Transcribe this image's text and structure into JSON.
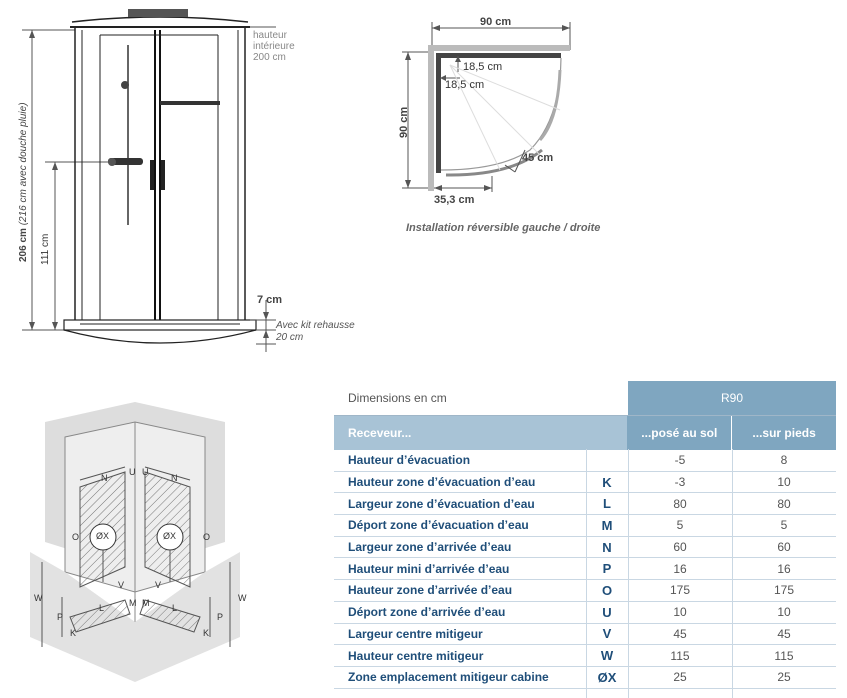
{
  "front_view": {
    "height_interior_lines": [
      "hauteur",
      "intérieure",
      "200 cm"
    ],
    "total_height": "206 cm",
    "total_height_note": "(216 cm avec douche pluie)",
    "mixer_height": "111 cm",
    "base_height": "7 cm",
    "kit_note_lines": [
      "Avec kit rehausse",
      "20 cm"
    ]
  },
  "top_view": {
    "width_top": "90 cm",
    "depth_left": "90 cm",
    "offset_1": "18,5 cm",
    "offset_2": "18,5 cm",
    "door": "45 cm",
    "bottom": "35,3 cm",
    "caption": "Installation réversible gauche / droite"
  },
  "wall_diagram": {
    "labels": {
      "N": "N",
      "U": "U",
      "O": "O",
      "W": "W",
      "P": "P",
      "K": "K",
      "L": "L",
      "M": "M",
      "V": "V",
      "OX": "ØX"
    }
  },
  "table": {
    "title": "Dimensions en cm",
    "model": "R90",
    "subheader": "Receveur...",
    "col1": "...posé au sol",
    "col2": "...sur pieds",
    "rows": [
      {
        "label": "Hauteur d’évacuation",
        "letter": "",
        "v1": "-5",
        "v2": "8"
      },
      {
        "label": "Hauteur zone d’évacuation d’eau",
        "letter": "K",
        "v1": "-3",
        "v2": "10"
      },
      {
        "label": "Largeur zone d’évacuation d’eau",
        "letter": "L",
        "v1": "80",
        "v2": "80"
      },
      {
        "label": "Déport zone d’évacuation d’eau",
        "letter": "M",
        "v1": "5",
        "v2": "5"
      },
      {
        "label": "Largeur zone d’arrivée d’eau",
        "letter": "N",
        "v1": "60",
        "v2": "60"
      },
      {
        "label": "Hauteur mini d’arrivée d’eau",
        "letter": "P",
        "v1": "16",
        "v2": "16"
      },
      {
        "label": "Hauteur zone d’arrivée d’eau",
        "letter": "O",
        "v1": "175",
        "v2": "175"
      },
      {
        "label": "Déport zone d’arrivée d’eau",
        "letter": "U",
        "v1": "10",
        "v2": "10"
      },
      {
        "label": "Largeur centre mitigeur",
        "letter": "V",
        "v1": "45",
        "v2": "45"
      },
      {
        "label": "Hauteur centre mitigeur",
        "letter": "W",
        "v1": "115",
        "v2": "115"
      },
      {
        "label": "Zone emplacement mitigeur cabine",
        "letter": "ØX",
        "v1": "25",
        "v2": "25"
      }
    ]
  }
}
